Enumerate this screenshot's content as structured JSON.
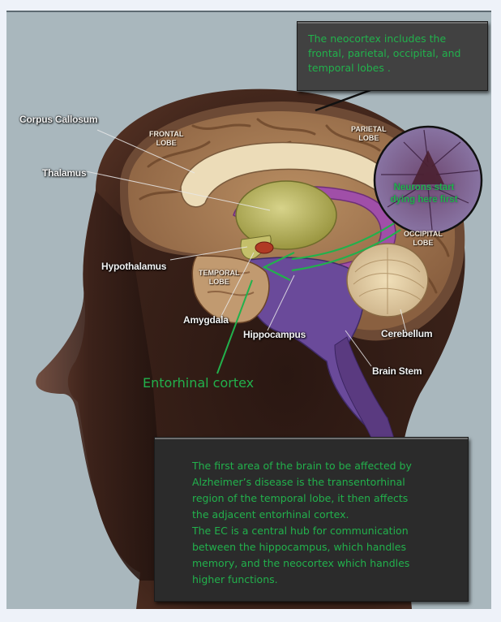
{
  "diagram": {
    "subject": "Sagittal view of human head and brain anatomy",
    "colors": {
      "page_background": "#eef2f9",
      "image_background": "#a9b7bd",
      "callout_text": "#22b14c",
      "callout_top_bg": "#414141",
      "callout_bottom_bg": "#2b2b2b",
      "annotation_arrow": "#22b14c",
      "label_text": "#f2f2f2"
    },
    "structure_labels": {
      "corpus_callosum": "Corpus Callosum",
      "thalamus": "Thalamus",
      "hypothalamus": "Hypothalamus",
      "amygdala": "Amygdala",
      "hippocampus": "Hippocampus",
      "cerebellum": "Cerebellum",
      "brain_stem": "Brain Stem"
    },
    "lobe_labels": {
      "frontal": "FRONTAL\nLOBE",
      "parietal": "PARIETAL\nLOBE",
      "occipital": "OCCIPITAL\nLOBE",
      "temporal": "TEMPORAL\nLOBE"
    },
    "annotations": {
      "entorhinal_cortex": "Entorhinal cortex",
      "neuron_inset": "Neurons start\ndying here first"
    },
    "callouts": {
      "neocortex": "The neocortex includes the\nfrontal, parietal, occipital, and\ntemporal lobes .",
      "alzheimers": "The first area of the brain to be affected by\nAlzheimer’s disease is the  transentorhinal\nregion of  the temporal lobe, it then affects\nthe adjacent  entorhinal  cortex.\nThe EC is a central hub for communication\nbetween the hippocampus,  which handles\nmemory, and the neocortex which handles\nhigher functions."
    }
  }
}
